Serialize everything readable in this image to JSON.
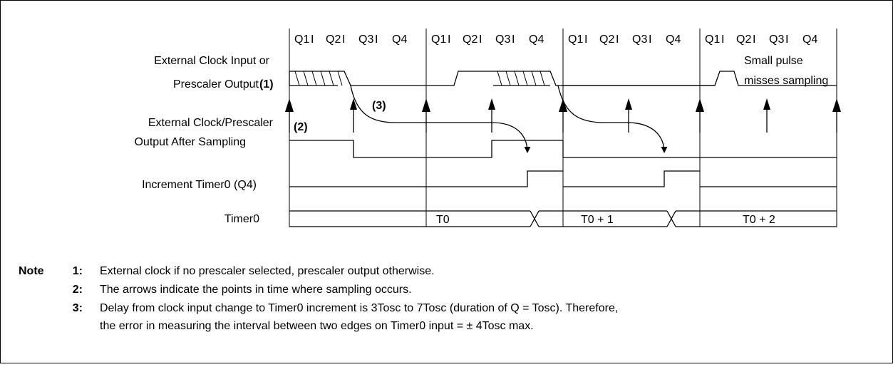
{
  "quarter_labels": [
    "Q1",
    "Q2",
    "Q3",
    "Q4"
  ],
  "quarter_separator": "I",
  "signals": {
    "ext_clock_line1": "External Clock Input or",
    "ext_clock_line2": "Prescaler Output",
    "ext_clock_ref": "(1)",
    "sampled_line1": "External Clock/Prescaler",
    "sampled_line2": "Output After Sampling",
    "increment": "Increment Timer0 (Q4)",
    "timer0": "Timer0"
  },
  "annotations": {
    "ref2": "(2)",
    "ref3": "(3)",
    "small_pulse_line1": "Small pulse",
    "small_pulse_line2": "misses sampling"
  },
  "timer_values": [
    "T0",
    "T0 + 1",
    "T0 + 2"
  ],
  "notes": {
    "heading": "Note",
    "items": [
      {
        "num": "1:",
        "text": "External clock if no prescaler selected, prescaler output otherwise."
      },
      {
        "num": "2:",
        "text": "The arrows indicate the points in time where sampling occurs."
      },
      {
        "num": "3:",
        "text": "Delay from clock input change to Timer0 increment is 3Tosc to 7Tosc (duration of Q = Tosc).  Therefore,"
      },
      {
        "num": "",
        "text": "the error in measuring the interval between two edges on Timer0 input = ± 4Tosc max."
      }
    ]
  }
}
